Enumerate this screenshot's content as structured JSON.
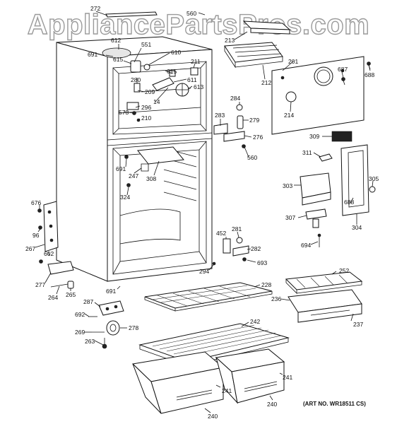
{
  "watermark": "AppliancePartsPros.com",
  "art_number": "(ART NO. WR18511 CS)",
  "callouts": [
    {
      "id": "c272",
      "text": "272"
    },
    {
      "id": "c560a",
      "text": "560"
    },
    {
      "id": "c612",
      "text": "612"
    },
    {
      "id": "c551",
      "text": "551"
    },
    {
      "id": "c691a",
      "text": "691"
    },
    {
      "id": "c615a",
      "text": "615"
    },
    {
      "id": "c610",
      "text": "610"
    },
    {
      "id": "c213",
      "text": "213"
    },
    {
      "id": "c211",
      "text": "211"
    },
    {
      "id": "c280",
      "text": "280"
    },
    {
      "id": "c615b",
      "text": "615"
    },
    {
      "id": "c611",
      "text": "611"
    },
    {
      "id": "c209",
      "text": "209"
    },
    {
      "id": "c613",
      "text": "613"
    },
    {
      "id": "c14",
      "text": "14"
    },
    {
      "id": "c296",
      "text": "296"
    },
    {
      "id": "c573",
      "text": "573"
    },
    {
      "id": "c210",
      "text": "210"
    },
    {
      "id": "c212",
      "text": "212"
    },
    {
      "id": "c201",
      "text": "201"
    },
    {
      "id": "c687",
      "text": "687"
    },
    {
      "id": "c688a",
      "text": "688"
    },
    {
      "id": "c284",
      "text": "284"
    },
    {
      "id": "c214",
      "text": "214"
    },
    {
      "id": "c283",
      "text": "283"
    },
    {
      "id": "c279",
      "text": "279"
    },
    {
      "id": "c276",
      "text": "276"
    },
    {
      "id": "c560b",
      "text": "560"
    },
    {
      "id": "c309",
      "text": "309"
    },
    {
      "id": "c311",
      "text": "311"
    },
    {
      "id": "c691b",
      "text": "691"
    },
    {
      "id": "c247",
      "text": "247"
    },
    {
      "id": "c308",
      "text": "308"
    },
    {
      "id": "c324",
      "text": "324"
    },
    {
      "id": "c303",
      "text": "303"
    },
    {
      "id": "c305",
      "text": "305"
    },
    {
      "id": "c688b",
      "text": "688"
    },
    {
      "id": "c676",
      "text": "676"
    },
    {
      "id": "c96",
      "text": "96"
    },
    {
      "id": "c307",
      "text": "307"
    },
    {
      "id": "c304",
      "text": "304"
    },
    {
      "id": "c452",
      "text": "452"
    },
    {
      "id": "c281",
      "text": "281"
    },
    {
      "id": "c694",
      "text": "694"
    },
    {
      "id": "c267",
      "text": "267"
    },
    {
      "id": "c602",
      "text": "602"
    },
    {
      "id": "c282",
      "text": "282"
    },
    {
      "id": "c693",
      "text": "693"
    },
    {
      "id": "c294",
      "text": "294"
    },
    {
      "id": "c252",
      "text": "252"
    },
    {
      "id": "c277",
      "text": "277"
    },
    {
      "id": "c228",
      "text": "228"
    },
    {
      "id": "c264",
      "text": "264"
    },
    {
      "id": "c265",
      "text": "265"
    },
    {
      "id": "c691c",
      "text": "691"
    },
    {
      "id": "c236",
      "text": "236"
    },
    {
      "id": "c287",
      "text": "287"
    },
    {
      "id": "c237",
      "text": "237"
    },
    {
      "id": "c692",
      "text": "692"
    },
    {
      "id": "c242",
      "text": "242"
    },
    {
      "id": "c269",
      "text": "269"
    },
    {
      "id": "c278",
      "text": "278"
    },
    {
      "id": "c263",
      "text": "263"
    },
    {
      "id": "c241a",
      "text": "241"
    },
    {
      "id": "c241b",
      "text": "241"
    },
    {
      "id": "c240a",
      "text": "240"
    },
    {
      "id": "c240b",
      "text": "240"
    }
  ]
}
